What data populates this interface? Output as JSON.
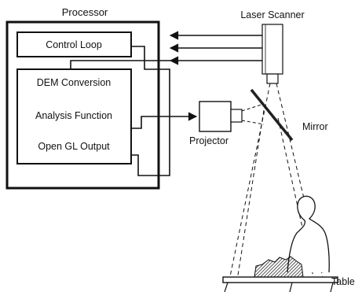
{
  "processor": {
    "title": "Processor",
    "control_loop": "Control Loop",
    "functions": [
      "DEM Conversion",
      "Analysis Function",
      "Open GL Output"
    ]
  },
  "laser_scanner": {
    "label": "Laser Scanner"
  },
  "projector": {
    "label": "Projector"
  },
  "mirror": {
    "label": "Mirror"
  },
  "table": {
    "label": "Table"
  },
  "colors": {
    "ink": "#111111",
    "background": "#ffffff"
  }
}
